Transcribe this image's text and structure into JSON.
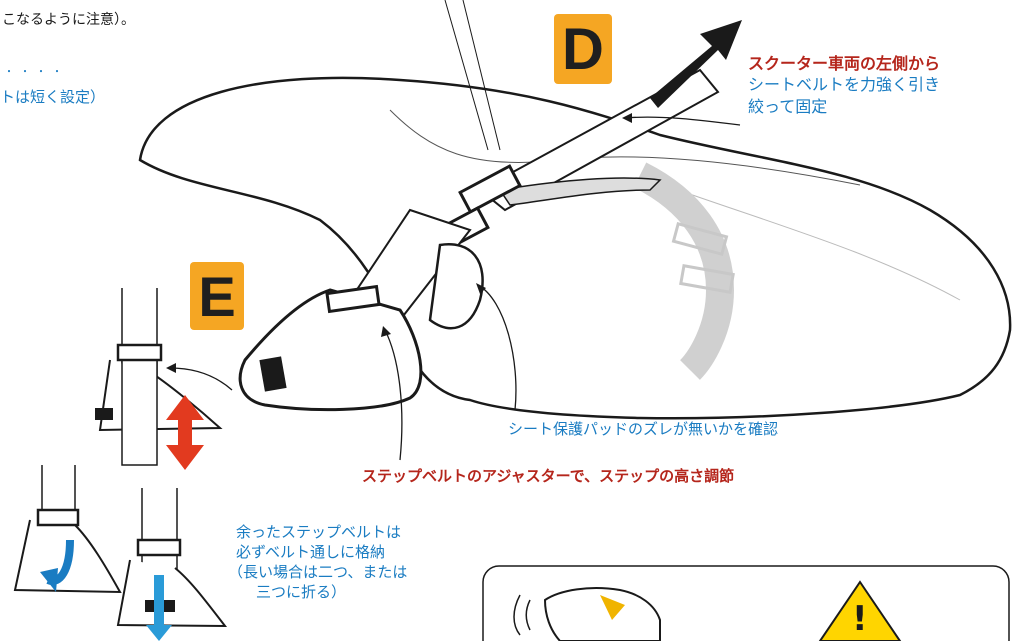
{
  "top_note": "こなるように注意）。",
  "left_note": {
    "dots": "・・・・",
    "text": "トは短く設定）"
  },
  "badge_d": "D",
  "badge_e": "E",
  "callout_d": {
    "line1": "スクーター車両の左側から",
    "line2": "シートベルトを力強く引き",
    "line3": "絞って固定"
  },
  "pad_check": "シート保護パッドのズレが無いかを確認",
  "step_adjust": "ステップベルトのアジャスターで、ステップの高さ調節",
  "excess_belt": {
    "line1": "余ったステップベルトは",
    "line2": "必ずベルト通しに格納",
    "line3": "（長い場合は二つ、または",
    "line4": "三つに折る）"
  },
  "warning_symbol": "!",
  "colors": {
    "blue": "#1a7cc2",
    "red": "#b5261c",
    "badge": "#f5a623",
    "warning": "#ffd500"
  }
}
